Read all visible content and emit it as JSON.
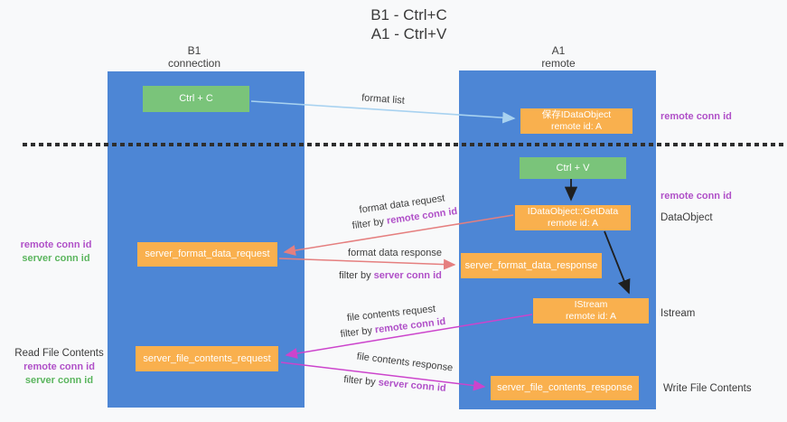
{
  "title": {
    "line1": "B1 - Ctrl+C",
    "line2": "A1 - Ctrl+V"
  },
  "columns": {
    "left": {
      "name": "B1",
      "role": "connection"
    },
    "right": {
      "name": "A1",
      "role": "remote"
    }
  },
  "nodes": {
    "ctrl_c": {
      "label": "Ctrl + C"
    },
    "ctrl_v": {
      "label": "Ctrl + V"
    },
    "save_dataobject": {
      "line1": "保存IDataObject",
      "line2": "remote id: A"
    },
    "idataobject_getdata": {
      "line1": "IDataObject::GetData",
      "line2": "remote id: A"
    },
    "istream": {
      "line1": "IStream",
      "line2": "remote id: A"
    },
    "server_format_data_request": {
      "label": "server_format_data_request"
    },
    "server_format_data_response": {
      "label": "server_format_data_response"
    },
    "server_file_contents_request": {
      "label": "server_file_contents_request"
    },
    "server_file_contents_response": {
      "label": "server_file_contents_response"
    }
  },
  "flow_labels": {
    "format_list": "format list",
    "format_request": {
      "text": "format data request",
      "filter_prefix": "filter by ",
      "filter_key": "remote conn id"
    },
    "format_response": {
      "text": "format data response",
      "filter_prefix": "filter by ",
      "filter_key": "server conn id"
    },
    "file_request": {
      "text": "file contents request",
      "filter_prefix": "filter by ",
      "filter_key": "remote conn id"
    },
    "file_response": {
      "text": "file contents response",
      "filter_prefix": "filter by ",
      "filter_key": "server conn id"
    }
  },
  "side_labels": {
    "right_remote_conn_id_top": "remote conn id",
    "right_remote_conn_id_mid": "remote conn id",
    "right_dataobject": "DataObject",
    "right_istream": "Istream",
    "right_write_file_contents": "Write File Contents",
    "left_group1": {
      "remote": "remote conn id",
      "server": "server conn id"
    },
    "left_group2": {
      "title": "Read File Contents",
      "remote": "remote conn id",
      "server": "server conn id"
    }
  },
  "colors": {
    "lane_blue": "#4d86d5",
    "node_green": "#7ac47a",
    "node_orange": "#f9b04e",
    "label_purple": "#b050c8",
    "label_green": "#5bb55e",
    "arrow_light_blue": "#a8d2f0",
    "arrow_salmon": "#e57f7f",
    "arrow_magenta": "#cc44cc",
    "arrow_black": "#1f1f1f"
  }
}
